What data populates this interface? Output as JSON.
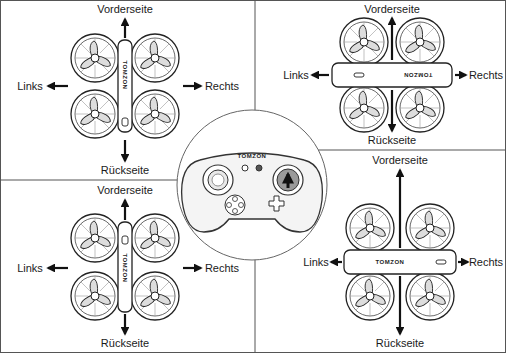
{
  "diagram": {
    "labels": [
      "Vorderseite",
      "Links",
      "Rechts",
      "Rückseite",
      "TOMZON",
      "Vorderseite",
      "Links",
      "Rechts",
      "Rückseite",
      "TOMZON",
      "TOMZON",
      "Vorderseite",
      "Links",
      "Rechts",
      "Rückseite",
      "TOMZON",
      "Vorderseite",
      "Links",
      "Rechts",
      "Rückseite",
      "TOMZON"
    ]
  }
}
